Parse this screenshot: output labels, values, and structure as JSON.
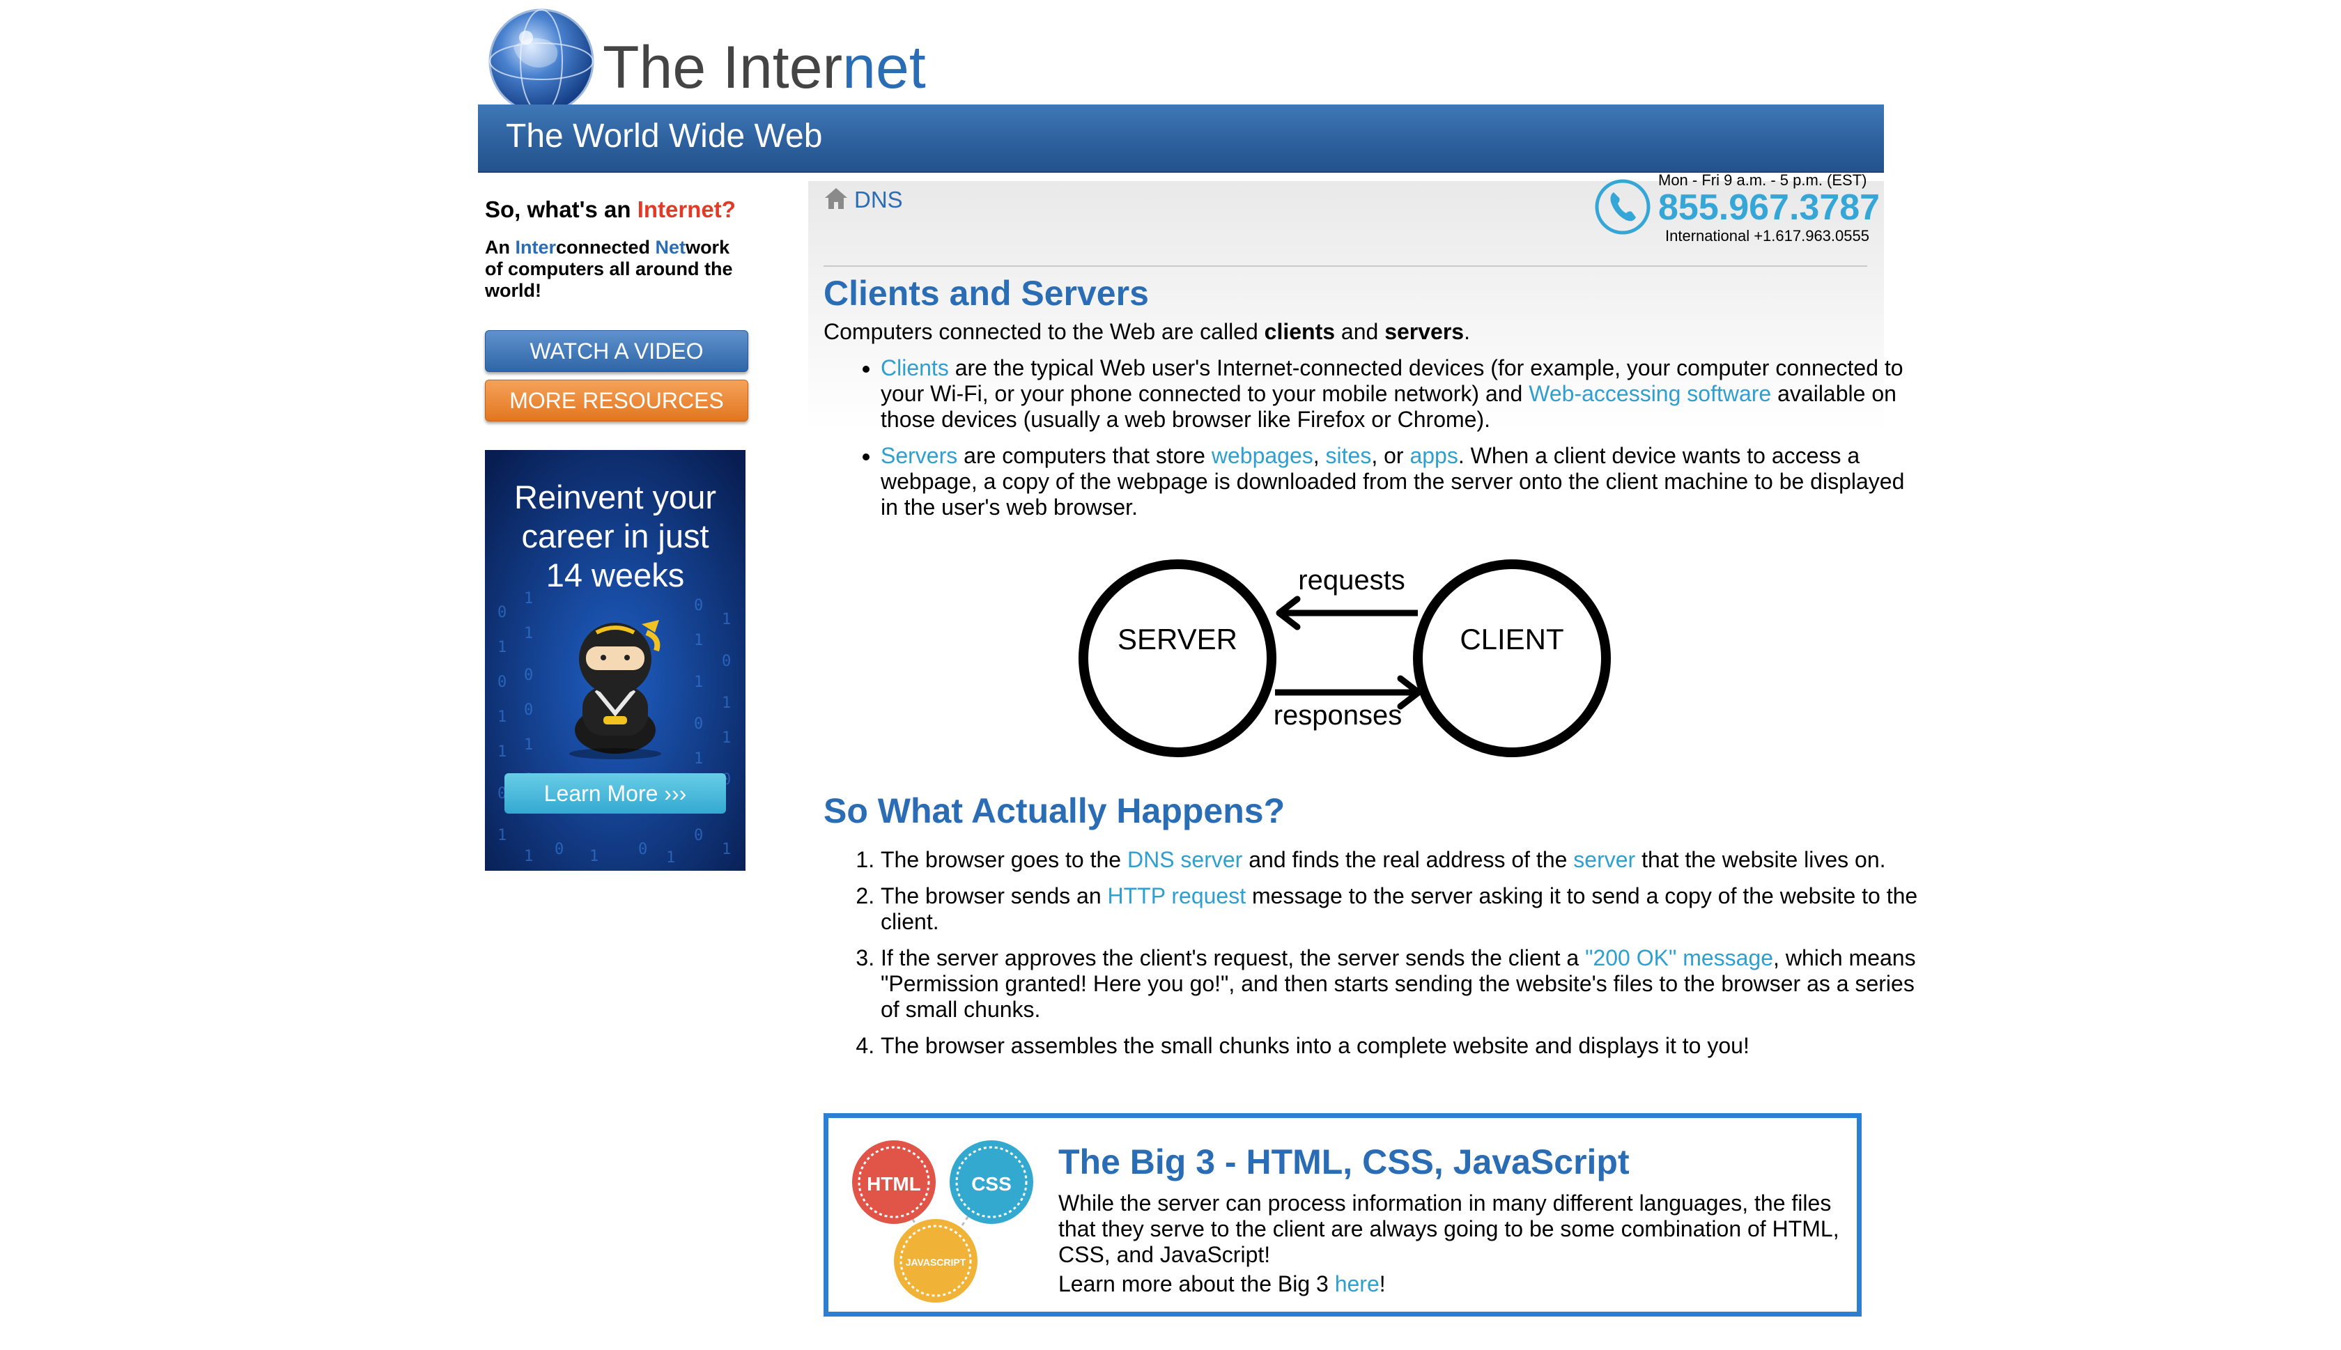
{
  "header": {
    "title_prefix": "The Inter",
    "title_suffix": "net",
    "banner": "The World Wide Web"
  },
  "sidebar": {
    "question_prefix": "So, what's an ",
    "question_highlight": "Internet?",
    "desc": {
      "p1": "An ",
      "b1": "Inter",
      "p2": "connected ",
      "b2": "Net",
      "p3": "work of computers all around the world!"
    },
    "watch_video": "WATCH A VIDEO",
    "more_resources": "MORE RESOURCES",
    "ad": {
      "line1": "Reinvent your",
      "line2": "career in just",
      "line3": "14 weeks",
      "button": "Learn More ›››"
    }
  },
  "breadcrumb": "DNS",
  "contact": {
    "hours": "Mon - Fri 9 a.m. - 5 p.m. (EST)",
    "phone": "855.967.3787",
    "international": "International +1.617.963.0555"
  },
  "clients_servers": {
    "heading": "Clients and Servers",
    "intro_1": "Computers connected to the Web are called ",
    "intro_clients": "clients",
    "intro_and": " and ",
    "intro_servers": "servers",
    "intro_end": ".",
    "bullet1": {
      "link1": "Clients",
      "text1": " are the typical Web user's Internet-connected devices (for example, your computer connected to your Wi-Fi, or your phone connected to your mobile network) and ",
      "link2": "Web-accessing software",
      "text2": " available on those devices (usually a web browser like Firefox or Chrome)."
    },
    "bullet2": {
      "link1": "Servers",
      "text1": " are computers that store ",
      "link2": "webpages",
      "sep1": ", ",
      "link3": "sites",
      "sep2": ", or ",
      "link4": "apps",
      "text2": ". When a client device wants to access a webpage, a copy of the webpage is downloaded from the server onto the client machine to be displayed in the user's web browser."
    }
  },
  "diagram": {
    "server": "SERVER",
    "client": "CLIENT",
    "requests": "requests",
    "responses": "responses"
  },
  "what_happens": {
    "heading": "So What Actually Happens?",
    "step1": {
      "t1": "The browser goes to the ",
      "l1": "DNS server",
      "t2": " and finds the real address of the ",
      "l2": "server",
      "t3": " that the website lives on."
    },
    "step2": {
      "t1": "The browser sends an ",
      "l1": "HTTP request",
      "t2": " message to the server asking it to send a copy of the website to the client."
    },
    "step3": {
      "t1": "If the server approves the client's request, the server sends the client a ",
      "l1": "\"200 OK\" message",
      "t2": ", which means \"Permission granted! Here you go!\", and then starts sending the website's files to the browser as a series of small chunks."
    },
    "step4": "The browser assembles the small chunks into a complete website and displays it to you!"
  },
  "big3": {
    "title": "The Big 3 - HTML, CSS, JavaScript",
    "text": "While the server can process information in many different languages, the files that they serve to the client are always going to be some combination of HTML, CSS, and JavaScript!",
    "more_prefix": "Learn more about the Big 3 ",
    "more_link": "here",
    "more_suffix": "!",
    "badges": {
      "html": "HTML",
      "css": "CSS",
      "js": "JAVASCRIPT"
    }
  },
  "colors": {
    "brand_blue": "#2a6db5",
    "link": "#2f9fcf",
    "accent_red": "#e23a26",
    "phone": "#35a6d6"
  }
}
